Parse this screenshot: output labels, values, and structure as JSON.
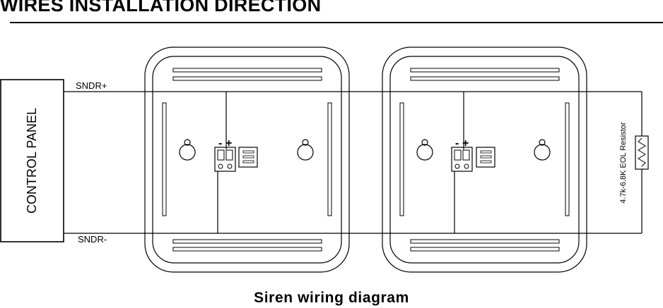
{
  "heading": "WIRES INSTALLATION DIRECTION",
  "control_panel": "CONTROL PANEL",
  "wire_positive": "SNDR+",
  "wire_negative": "SNDR-",
  "terminal_minus": "-",
  "terminal_plus": "+",
  "resistor_label": "4.7k-6.8K EOL Resistor",
  "caption": "Siren wiring diagram"
}
